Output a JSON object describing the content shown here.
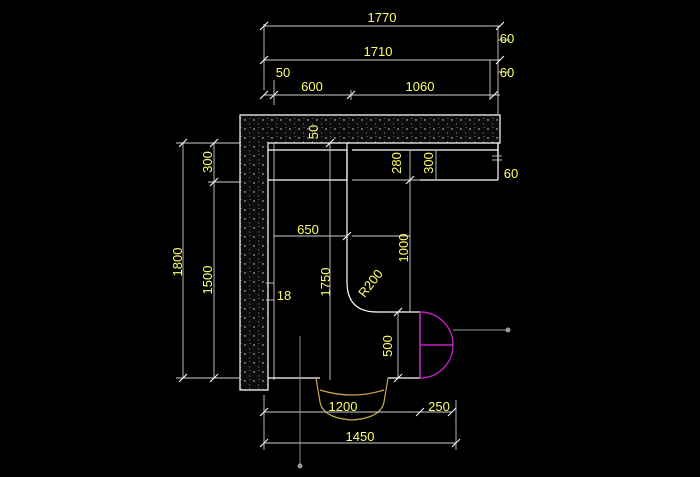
{
  "colors": {
    "background": "#000000",
    "dimension_text": "#ffff66",
    "lines": "#ffffff",
    "door_arc": "#c020c0",
    "basin": "#c8a850"
  },
  "dimensions": {
    "top_total": "1770",
    "top_inner": "1710",
    "top_left_small": "50",
    "top_seg_a": "600",
    "top_seg_b": "1060",
    "right_60_top": "60",
    "right_60_mid": "60",
    "right_60_side": "60",
    "left_total": "1800",
    "left_inner": "1500",
    "left_top": "300",
    "shelf_50": "50",
    "shelf_280": "280",
    "shelf_300": "300",
    "inner_650": "650",
    "inner_1750": "1750",
    "inner_1000": "1000",
    "radius": "R200",
    "small_18": "18",
    "inner_500": "500",
    "bottom_1200": "1200",
    "bottom_250": "250",
    "bottom_total": "1450"
  }
}
